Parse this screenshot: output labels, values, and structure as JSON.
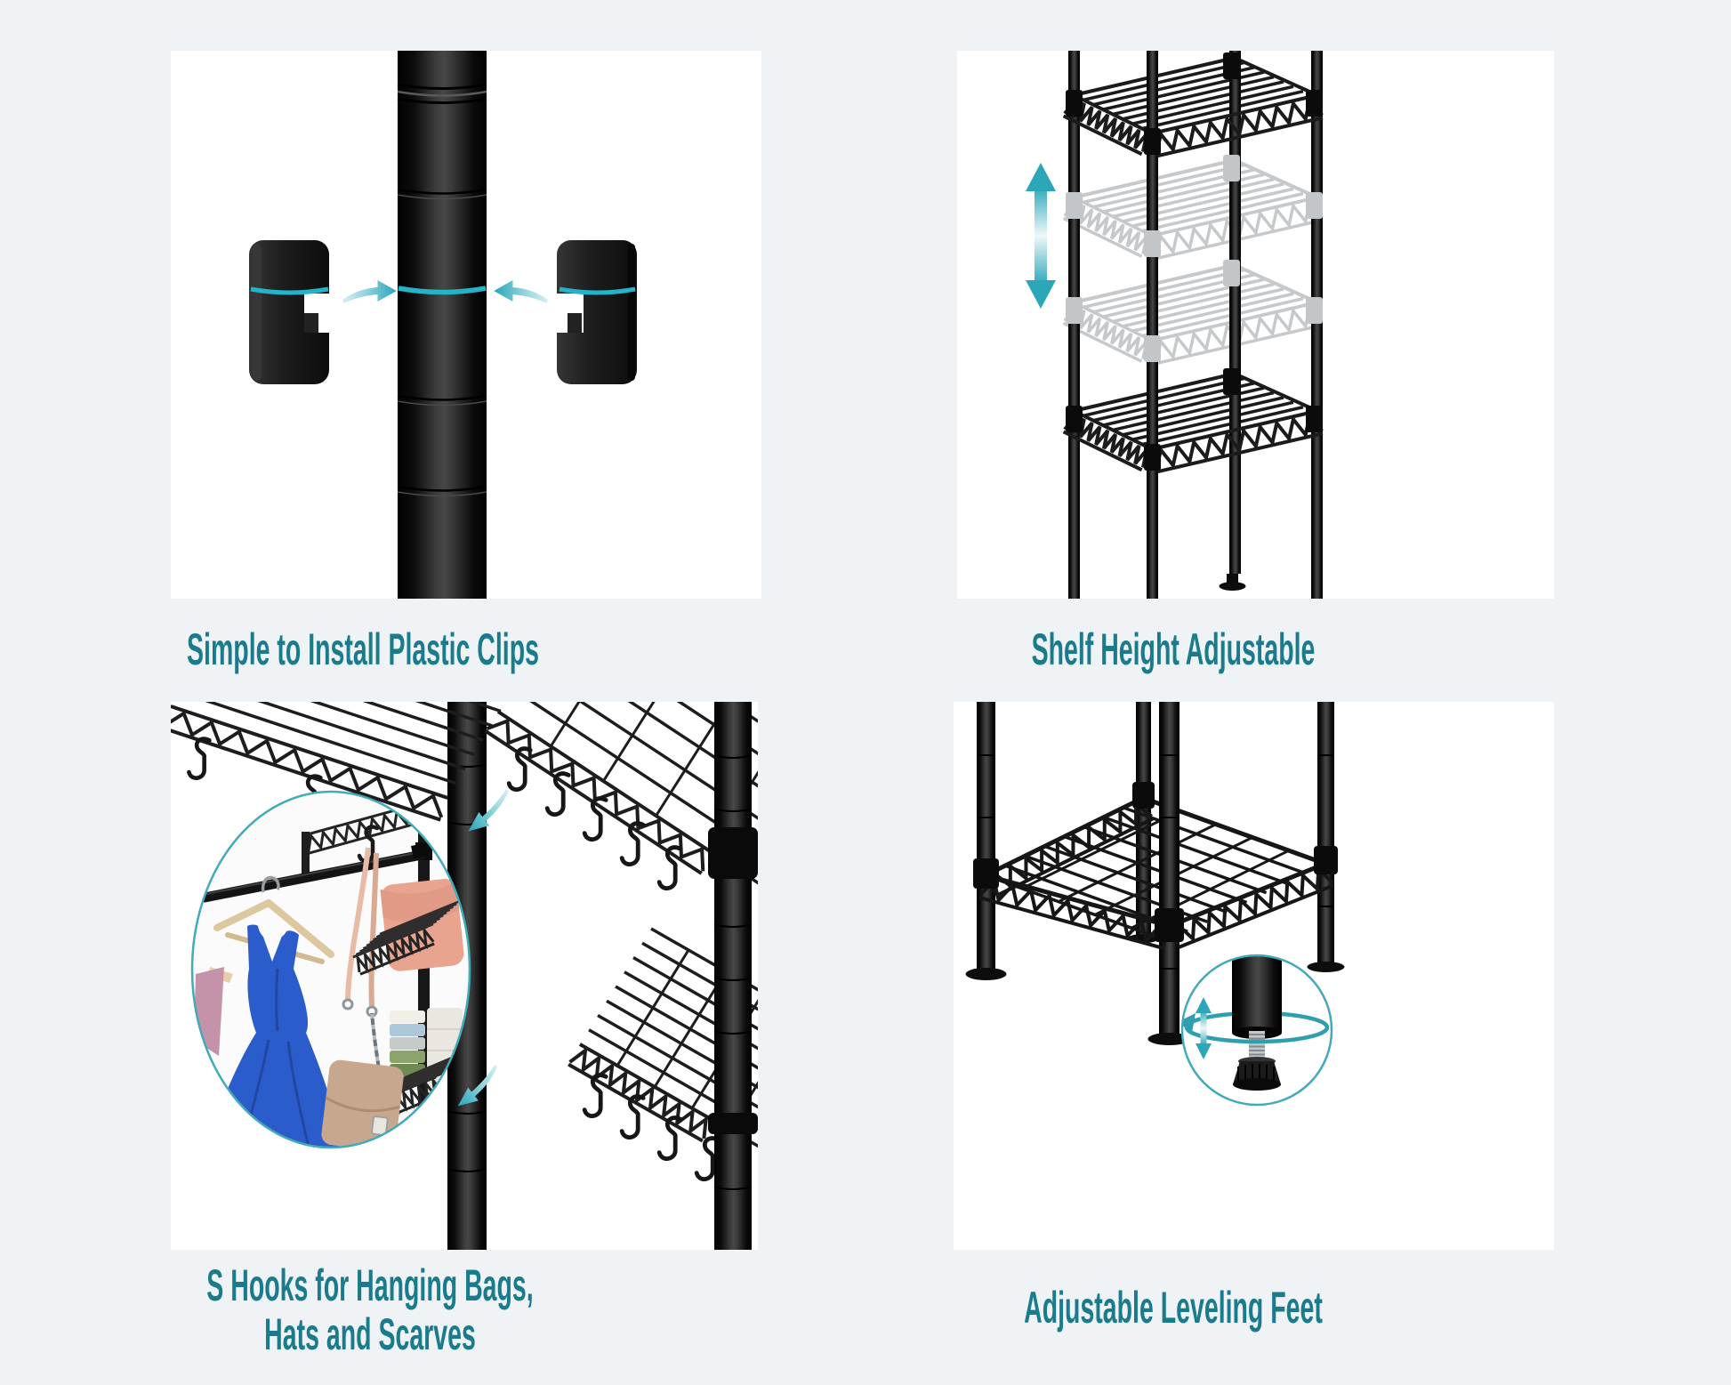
{
  "page": {
    "background_color": "#eff3f6",
    "panel_color": "#ffffff",
    "caption_color": "#1a7b8c",
    "accent_teal": "#2ca7b9",
    "bright_teal_line": "#23b4c8",
    "metal_black": "#141414",
    "ghost_gray": "#c6c9cb"
  },
  "panels": [
    {
      "name": "plastic-clips",
      "illustration": "pole-with-two-plastic-clips-and-arrows",
      "caption": "Simple to Install Plastic Clips"
    },
    {
      "name": "shelf-height",
      "illustration": "wire-rack-with-ghost-shelves-and-up-down-arrow",
      "caption": "Shelf Height Adjustable"
    },
    {
      "name": "s-hooks",
      "illustration": "shelf-edges-with-s-hooks-and-clothing-inset",
      "caption": "S Hooks for Hanging Bags,\nHats and Scarves"
    },
    {
      "name": "leveling-feet",
      "illustration": "rack-bottom-with-leveling-foot-inset",
      "caption": "Adjustable Leveling Feet"
    }
  ]
}
